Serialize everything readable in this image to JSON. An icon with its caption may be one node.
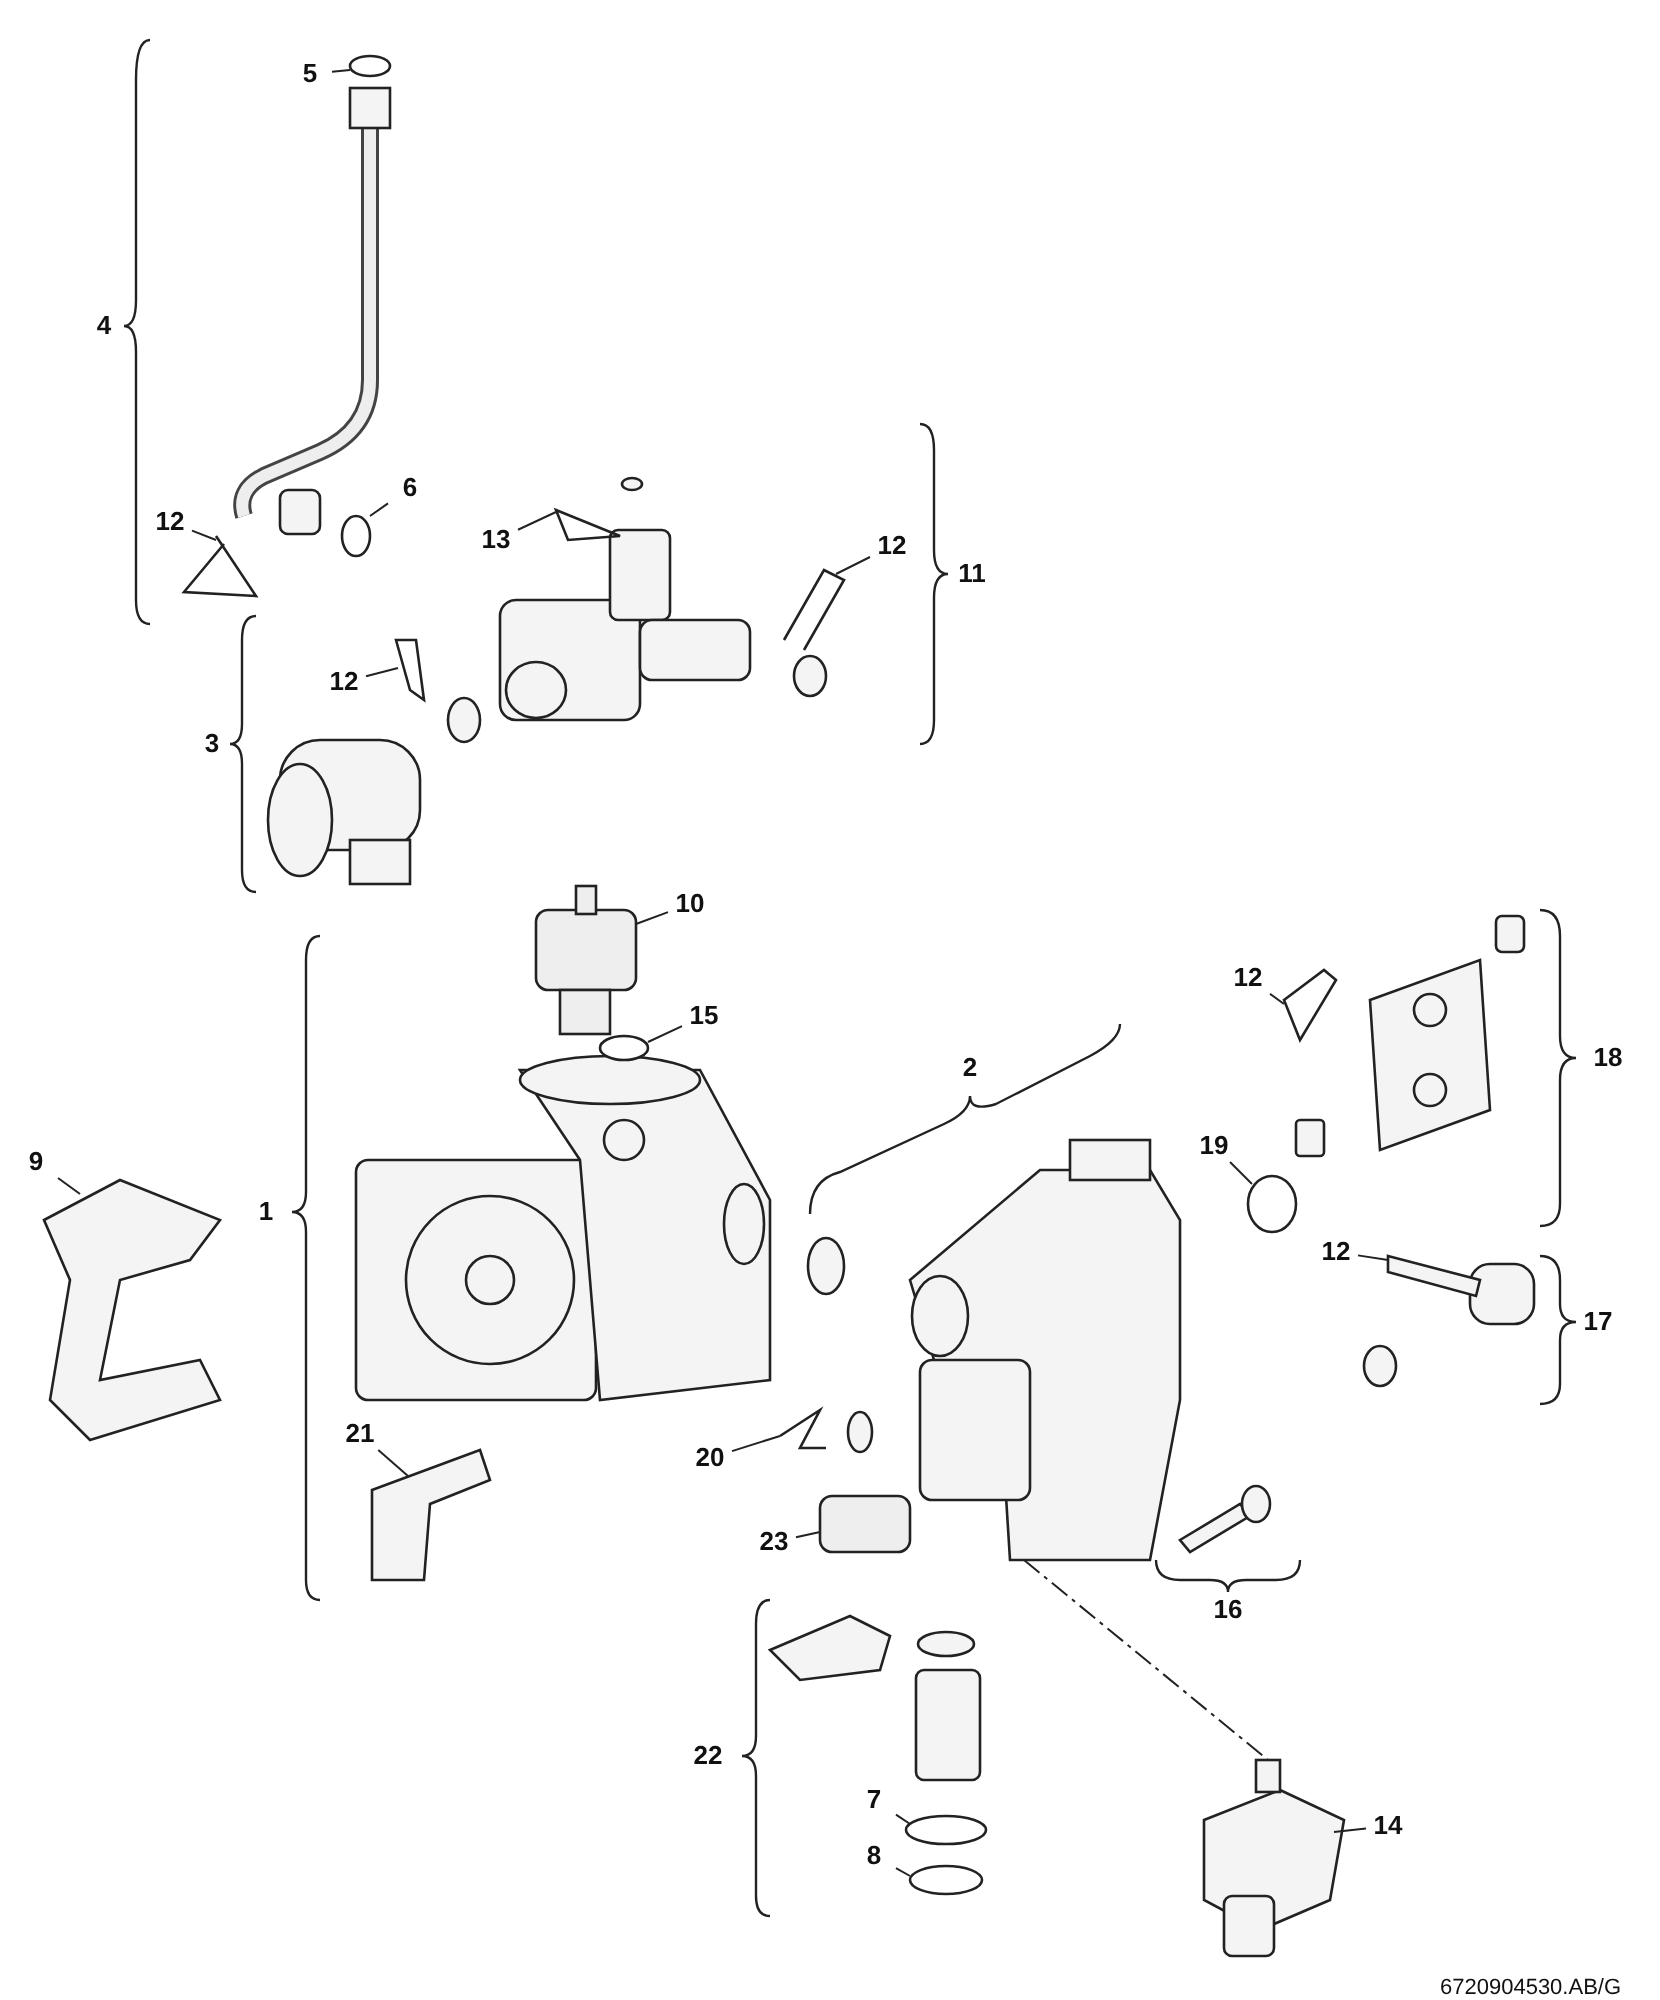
{
  "diagram": {
    "nodes": [
      {
        "text": [
          "5"
        ]
      },
      {
        "text": [
          "6"
        ]
      },
      {
        "text": [
          "12"
        ]
      },
      {
        "text": [
          "13"
        ]
      },
      {
        "text": [
          "12"
        ]
      },
      {
        "text": [
          "12"
        ]
      },
      {
        "text": [
          "10"
        ]
      },
      {
        "text": [
          "15"
        ]
      },
      {
        "text": [
          "12"
        ]
      },
      {
        "text": [
          "9"
        ]
      },
      {
        "text": [
          "19"
        ]
      },
      {
        "text": [
          "12"
        ]
      },
      {
        "text": [
          "20"
        ]
      },
      {
        "text": [
          "21"
        ]
      },
      {
        "text": [
          "23"
        ]
      },
      {
        "text": [
          "7"
        ]
      },
      {
        "text": [
          "8"
        ]
      },
      {
        "text": [
          "14"
        ]
      },
      {
        "text": [],
        "shape": "circle"
      },
      {
        "text": [],
        "shape": "circle"
      },
      {
        "text": [],
        "shape": "picture"
      },
      {
        "text": [],
        "shape": "picture"
      },
      {
        "text": [],
        "shape": "picture"
      },
      {
        "text": [],
        "shape": "picture"
      },
      {
        "text": [],
        "shape": "box"
      },
      {
        "text": [],
        "shape": "circle"
      },
      {
        "text": [],
        "shape": "picture"
      },
      {
        "text": [],
        "shape": "picture"
      },
      {
        "text": [],
        "shape": "circle"
      },
      {
        "text": [],
        "shape": "picture"
      },
      {
        "text": [],
        "shape": "picture"
      },
      {
        "text": [],
        "shape": "picture"
      },
      {
        "text": [],
        "shape": "box"
      },
      {
        "text": [],
        "shape": "circle"
      },
      {
        "text": [],
        "shape": "circle"
      },
      {
        "text": [],
        "shape": "picture"
      },
      {
        "text": [],
        "shape": "picture"
      }
    ],
    "edges": [
      {
        "from": 0,
        "to": 18,
        "arrow": "none"
      },
      {
        "from": 1,
        "to": 19,
        "arrow": "none"
      },
      {
        "from": 2,
        "to": 20,
        "arrow": "none"
      },
      {
        "from": 3,
        "to": 21,
        "arrow": "none"
      },
      {
        "from": 4,
        "to": 22,
        "arrow": "none"
      },
      {
        "from": 5,
        "to": 23,
        "arrow": "none"
      },
      {
        "from": 6,
        "to": 24,
        "arrow": "none"
      },
      {
        "from": 7,
        "to": 25,
        "arrow": "none"
      },
      {
        "from": 8,
        "to": 26,
        "arrow": "none"
      },
      {
        "from": 9,
        "to": 27,
        "arrow": "none"
      },
      {
        "from": 10,
        "to": 28,
        "arrow": "none"
      },
      {
        "from": 11,
        "to": 29,
        "arrow": "none"
      },
      {
        "from": 12,
        "to": 30,
        "arrow": "none"
      },
      {
        "from": 13,
        "to": 31,
        "arrow": "none"
      },
      {
        "from": 14,
        "to": 32,
        "arrow": "none"
      },
      {
        "from": 15,
        "to": 33,
        "arrow": "none"
      },
      {
        "from": 16,
        "to": 34,
        "arrow": "none"
      },
      {
        "from": 17,
        "to": 35,
        "arrow": "none"
      },
      {
        "from": 36,
        "to": 35,
        "arrow": "none",
        "style": "dashed"
      }
    ],
    "labels": [
      "4",
      "11",
      "3",
      "1",
      "18",
      "2",
      "17",
      "16",
      "22",
      "6720904530.AB/G"
    ]
  }
}
